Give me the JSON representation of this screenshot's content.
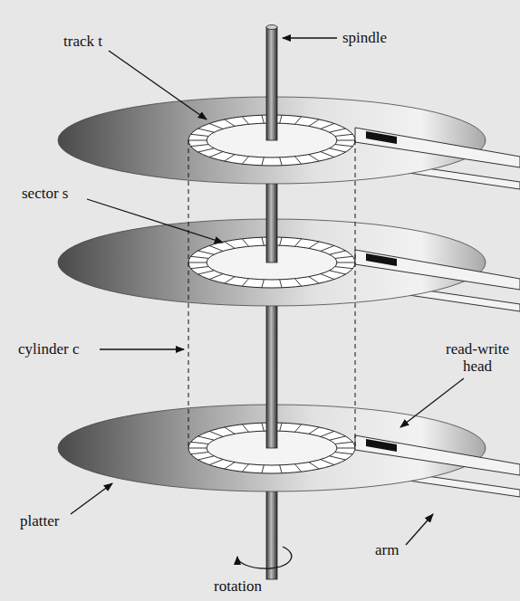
{
  "diagram": {
    "labels": [
      "track t",
      "spindle",
      "sector s",
      "cylinder c",
      "read-write head",
      "platter",
      "arm",
      "rotation"
    ]
  }
}
